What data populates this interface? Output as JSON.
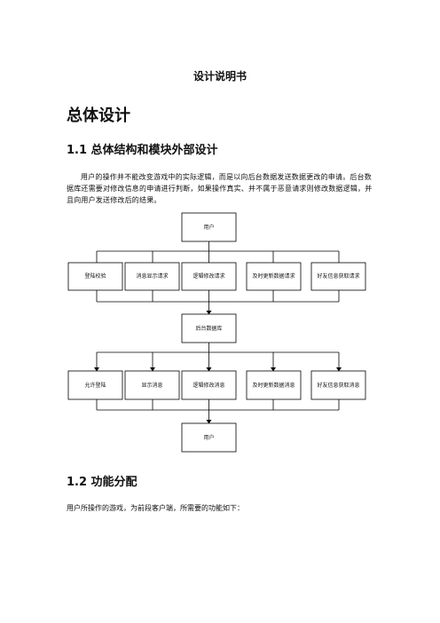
{
  "doc": {
    "title": "设计说明书",
    "heading1": "总体设计",
    "section1": {
      "heading": "1.1 总体结构和模块外部设计",
      "paragraph": "用户的操作并不能改变游戏中的实际逻辑，而是以向后台数据发送数据更改的申请。后台数据库还需要对修改信息的申请进行判断，如果操作真实、并不属于恶意请求则修改数据逻辑，并且向用户发送修改后的结果。"
    },
    "section2": {
      "heading": "1.2 功能分配",
      "paragraph": "用户所操作的游戏，为前段客户端，所需要的功能如下："
    }
  },
  "diagram": {
    "top_node": "用户",
    "request_row": [
      "登陆校验",
      "消息显示请求",
      "逻辑修改请求",
      "及时更新数据请求",
      "好友信息获取请求"
    ],
    "middle_node": "后台数据库",
    "response_row": [
      "允许登陆",
      "显示消息",
      "逻辑修改消息",
      "及时更新数据消息",
      "好友信息获取消息"
    ],
    "bottom_node": "用户"
  }
}
